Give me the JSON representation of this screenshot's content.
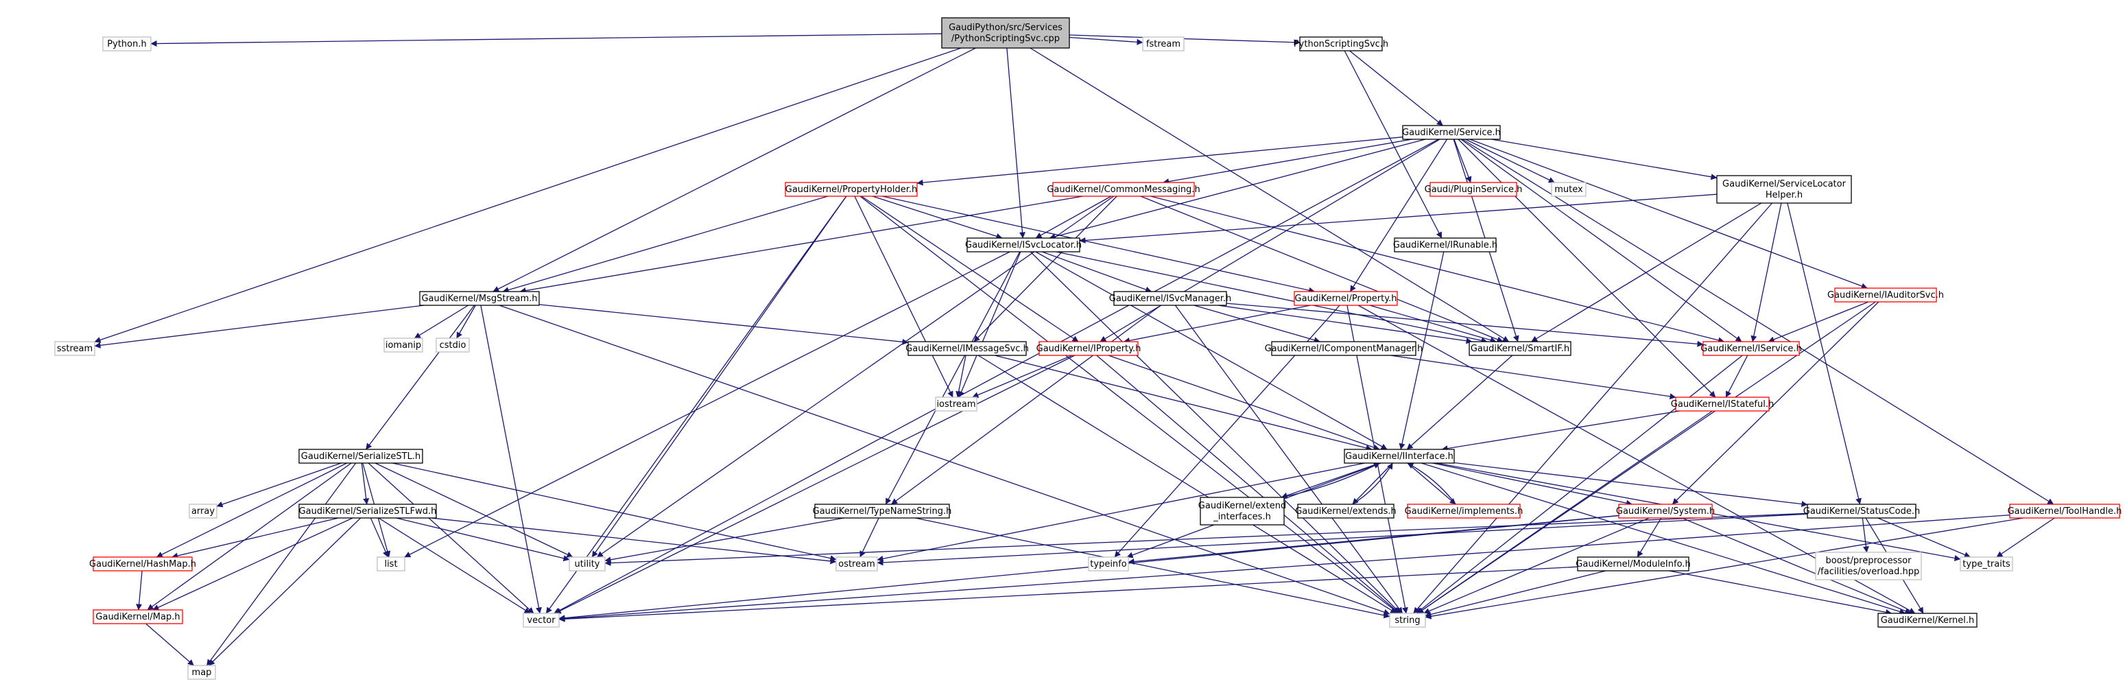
{
  "colors": {
    "edge": "#191970",
    "border_normal": "#000000",
    "border_red": "#ff0000",
    "border_external": "#bfbfbf",
    "fill_root": "#bfbfbf",
    "fill_default": "#ffffff",
    "text": "#000000"
  },
  "nodes": [
    {
      "id": "root",
      "lines": [
        "GaudiPython/src/Services",
        "/PythonScriptingSvc.cpp"
      ],
      "style": "root"
    },
    {
      "id": "python_h",
      "lines": [
        "Python.h"
      ],
      "style": "external"
    },
    {
      "id": "fstream",
      "lines": [
        "fstream"
      ],
      "style": "external"
    },
    {
      "id": "pyscriptsvc_h",
      "lines": [
        "PythonScriptingSvc.h"
      ],
      "style": "normal"
    },
    {
      "id": "service_h",
      "lines": [
        "GaudiKernel/Service.h"
      ],
      "style": "normal"
    },
    {
      "id": "propholder",
      "lines": [
        "GaudiKernel/PropertyHolder.h"
      ],
      "style": "red"
    },
    {
      "id": "commonmsg",
      "lines": [
        "GaudiKernel/CommonMessaging.h"
      ],
      "style": "red"
    },
    {
      "id": "pluginsvc",
      "lines": [
        "Gaudi/PluginService.h"
      ],
      "style": "red"
    },
    {
      "id": "mutex",
      "lines": [
        "mutex"
      ],
      "style": "external"
    },
    {
      "id": "svclochelper",
      "lines": [
        "GaudiKernel/ServiceLocator",
        "Helper.h"
      ],
      "style": "normal"
    },
    {
      "id": "isvclocator",
      "lines": [
        "GaudiKernel/ISvcLocator.h"
      ],
      "style": "normal"
    },
    {
      "id": "irunable",
      "lines": [
        "GaudiKernel/IRunable.h"
      ],
      "style": "normal"
    },
    {
      "id": "iauditorsvc",
      "lines": [
        "GaudiKernel/IAuditorSvc.h"
      ],
      "style": "red"
    },
    {
      "id": "msgstream",
      "lines": [
        "GaudiKernel/MsgStream.h"
      ],
      "style": "normal"
    },
    {
      "id": "isvcmanager",
      "lines": [
        "GaudiKernel/ISvcManager.h"
      ],
      "style": "normal"
    },
    {
      "id": "property_h",
      "lines": [
        "GaudiKernel/Property.h"
      ],
      "style": "red"
    },
    {
      "id": "sstream",
      "lines": [
        "sstream"
      ],
      "style": "external"
    },
    {
      "id": "iomanip",
      "lines": [
        "iomanip"
      ],
      "style": "external"
    },
    {
      "id": "cstdio",
      "lines": [
        "cstdio"
      ],
      "style": "external"
    },
    {
      "id": "imessagesvc",
      "lines": [
        "GaudiKernel/IMessageSvc.h"
      ],
      "style": "normal"
    },
    {
      "id": "iproperty",
      "lines": [
        "GaudiKernel/IProperty.h"
      ],
      "style": "red"
    },
    {
      "id": "icompmgr",
      "lines": [
        "GaudiKernel/IComponentManager.h"
      ],
      "style": "normal"
    },
    {
      "id": "smartif",
      "lines": [
        "GaudiKernel/SmartIF.h"
      ],
      "style": "normal"
    },
    {
      "id": "iservice",
      "lines": [
        "GaudiKernel/IService.h"
      ],
      "style": "red"
    },
    {
      "id": "iostream",
      "lines": [
        "iostream"
      ],
      "style": "external"
    },
    {
      "id": "istateful",
      "lines": [
        "GaudiKernel/IStateful.h"
      ],
      "style": "red"
    },
    {
      "id": "serializestl",
      "lines": [
        "GaudiKernel/SerializeSTL.h"
      ],
      "style": "normal"
    },
    {
      "id": "iinterface",
      "lines": [
        "GaudiKernel/IInterface.h"
      ],
      "style": "normal"
    },
    {
      "id": "array",
      "lines": [
        "array"
      ],
      "style": "external"
    },
    {
      "id": "serializefwd",
      "lines": [
        "GaudiKernel/SerializeSTLFwd.h"
      ],
      "style": "normal"
    },
    {
      "id": "extend_ifaces",
      "lines": [
        "GaudiKernel/extend",
        "_interfaces.h"
      ],
      "style": "normal"
    },
    {
      "id": "extends",
      "lines": [
        "GaudiKernel/extends.h"
      ],
      "style": "normal"
    },
    {
      "id": "implements",
      "lines": [
        "GaudiKernel/implements.h"
      ],
      "style": "red"
    },
    {
      "id": "typenamestr",
      "lines": [
        "GaudiKernel/TypeNameString.h"
      ],
      "style": "normal"
    },
    {
      "id": "system_h",
      "lines": [
        "GaudiKernel/System.h"
      ],
      "style": "red"
    },
    {
      "id": "statuscode",
      "lines": [
        "GaudiKernel/StatusCode.h"
      ],
      "style": "normal"
    },
    {
      "id": "toolhandle",
      "lines": [
        "GaudiKernel/ToolHandle.h"
      ],
      "style": "red"
    },
    {
      "id": "hashmap",
      "lines": [
        "GaudiKernel/HashMap.h"
      ],
      "style": "red"
    },
    {
      "id": "list",
      "lines": [
        "list"
      ],
      "style": "external"
    },
    {
      "id": "utility",
      "lines": [
        "utility"
      ],
      "style": "external"
    },
    {
      "id": "ostream",
      "lines": [
        "ostream"
      ],
      "style": "external"
    },
    {
      "id": "typeinfo",
      "lines": [
        "typeinfo"
      ],
      "style": "external"
    },
    {
      "id": "boost_overload",
      "lines": [
        "boost/preprocessor",
        "/facilities/overload.hpp"
      ],
      "style": "external"
    },
    {
      "id": "type_traits",
      "lines": [
        "type_traits"
      ],
      "style": "external"
    },
    {
      "id": "moduleinfo",
      "lines": [
        "GaudiKernel/ModuleInfo.h"
      ],
      "style": "normal"
    },
    {
      "id": "map_h",
      "lines": [
        "GaudiKernel/Map.h"
      ],
      "style": "red"
    },
    {
      "id": "vector",
      "lines": [
        "vector"
      ],
      "style": "external"
    },
    {
      "id": "string",
      "lines": [
        "string"
      ],
      "style": "external"
    },
    {
      "id": "kernel_h",
      "lines": [
        "GaudiKernel/Kernel.h"
      ],
      "style": "normal"
    },
    {
      "id": "map",
      "lines": [
        "map"
      ],
      "style": "external"
    }
  ],
  "edges": [
    [
      "root",
      "python_h"
    ],
    [
      "root",
      "pyscriptsvc_h"
    ],
    [
      "root",
      "fstream"
    ],
    [
      "root",
      "isvclocator"
    ],
    [
      "root",
      "msgstream"
    ],
    [
      "root",
      "smartif"
    ],
    [
      "root",
      "sstream"
    ],
    [
      "pyscriptsvc_h",
      "service_h"
    ],
    [
      "pyscriptsvc_h",
      "irunable"
    ],
    [
      "service_h",
      "propholder"
    ],
    [
      "service_h",
      "commonmsg"
    ],
    [
      "service_h",
      "pluginsvc"
    ],
    [
      "service_h",
      "mutex"
    ],
    [
      "service_h",
      "svclochelper"
    ],
    [
      "service_h",
      "iauditorsvc"
    ],
    [
      "service_h",
      "toolhandle"
    ],
    [
      "service_h",
      "isvclocator"
    ],
    [
      "service_h",
      "smartif"
    ],
    [
      "service_h",
      "iservice"
    ],
    [
      "service_h",
      "property_h"
    ],
    [
      "service_h",
      "iproperty"
    ],
    [
      "service_h",
      "istateful"
    ],
    [
      "service_h",
      "vector"
    ],
    [
      "propholder",
      "msgstream"
    ],
    [
      "propholder",
      "isvclocator"
    ],
    [
      "propholder",
      "iproperty"
    ],
    [
      "propholder",
      "property_h"
    ],
    [
      "propholder",
      "vector"
    ],
    [
      "propholder",
      "utility"
    ],
    [
      "propholder",
      "string"
    ],
    [
      "propholder",
      "iostream"
    ],
    [
      "commonmsg",
      "isvclocator"
    ],
    [
      "commonmsg",
      "msgstream"
    ],
    [
      "commonmsg",
      "imessagesvc"
    ],
    [
      "commonmsg",
      "smartif"
    ],
    [
      "commonmsg",
      "iservice"
    ],
    [
      "commonmsg",
      "utility"
    ],
    [
      "svclochelper",
      "isvclocator"
    ],
    [
      "svclochelper",
      "smartif"
    ],
    [
      "svclochelper",
      "iservice"
    ],
    [
      "svclochelper",
      "statuscode"
    ],
    [
      "svclochelper",
      "string"
    ],
    [
      "isvclocator",
      "isvcmanager"
    ],
    [
      "isvclocator",
      "smartif"
    ],
    [
      "isvclocator",
      "typenamestr"
    ],
    [
      "isvclocator",
      "iinterface"
    ],
    [
      "isvclocator",
      "list"
    ],
    [
      "isvclocator",
      "string"
    ],
    [
      "isvclocator",
      "iostream"
    ],
    [
      "irunable",
      "iinterface"
    ],
    [
      "iauditorsvc",
      "iservice"
    ],
    [
      "iauditorsvc",
      "system_h"
    ],
    [
      "iauditorsvc",
      "string"
    ],
    [
      "msgstream",
      "imessagesvc"
    ],
    [
      "msgstream",
      "serializestl"
    ],
    [
      "msgstream",
      "sstream"
    ],
    [
      "msgstream",
      "iomanip"
    ],
    [
      "msgstream",
      "cstdio"
    ],
    [
      "msgstream",
      "string"
    ],
    [
      "msgstream",
      "vector"
    ],
    [
      "isvcmanager",
      "icompmgr"
    ],
    [
      "isvcmanager",
      "smartif"
    ],
    [
      "isvcmanager",
      "iservice"
    ],
    [
      "isvcmanager",
      "typenamestr"
    ],
    [
      "isvcmanager",
      "string"
    ],
    [
      "property_h",
      "iproperty"
    ],
    [
      "property_h",
      "smartif"
    ],
    [
      "property_h",
      "typeinfo"
    ],
    [
      "property_h",
      "string"
    ],
    [
      "property_h",
      "kernel_h"
    ],
    [
      "imessagesvc",
      "iinterface"
    ],
    [
      "imessagesvc",
      "iostream"
    ],
    [
      "imessagesvc",
      "string"
    ],
    [
      "iproperty",
      "iinterface"
    ],
    [
      "iproperty",
      "iostream"
    ],
    [
      "iproperty",
      "string"
    ],
    [
      "iproperty",
      "vector"
    ],
    [
      "icompmgr",
      "istateful"
    ],
    [
      "smartif",
      "iinterface"
    ],
    [
      "iservice",
      "istateful"
    ],
    [
      "iservice",
      "string"
    ],
    [
      "istateful",
      "iinterface"
    ],
    [
      "istateful",
      "string"
    ],
    [
      "serializestl",
      "array"
    ],
    [
      "serializestl",
      "serializefwd"
    ],
    [
      "serializestl",
      "hashmap"
    ],
    [
      "serializestl",
      "map_h"
    ],
    [
      "serializestl",
      "list"
    ],
    [
      "serializestl",
      "utility"
    ],
    [
      "serializestl",
      "vector"
    ],
    [
      "serializestl",
      "ostream"
    ],
    [
      "serializestl",
      "map"
    ],
    [
      "serializefwd",
      "hashmap"
    ],
    [
      "serializefwd",
      "map_h"
    ],
    [
      "serializefwd",
      "list"
    ],
    [
      "serializefwd",
      "utility"
    ],
    [
      "serializefwd",
      "vector"
    ],
    [
      "serializefwd",
      "ostream"
    ],
    [
      "serializefwd",
      "map"
    ],
    [
      "iinterface",
      "extend_ifaces"
    ],
    [
      "iinterface",
      "extends"
    ],
    [
      "iinterface",
      "implements"
    ],
    [
      "iinterface",
      "system_h"
    ],
    [
      "iinterface",
      "statuscode"
    ],
    [
      "iinterface",
      "ostream"
    ],
    [
      "iinterface",
      "typeinfo"
    ],
    [
      "iinterface",
      "type_traits"
    ],
    [
      "iinterface",
      "kernel_h"
    ],
    [
      "extend_ifaces",
      "iinterface"
    ],
    [
      "extends",
      "iinterface"
    ],
    [
      "implements",
      "iinterface"
    ],
    [
      "typenamestr",
      "utility"
    ],
    [
      "typenamestr",
      "ostream"
    ],
    [
      "typenamestr",
      "string"
    ],
    [
      "system_h",
      "moduleinfo"
    ],
    [
      "system_h",
      "kernel_h"
    ],
    [
      "system_h",
      "string"
    ],
    [
      "system_h",
      "vector"
    ],
    [
      "system_h",
      "typeinfo"
    ],
    [
      "statuscode",
      "boost_overload"
    ],
    [
      "statuscode",
      "kernel_h"
    ],
    [
      "statuscode",
      "type_traits"
    ],
    [
      "statuscode",
      "ostream"
    ],
    [
      "statuscode",
      "utility"
    ],
    [
      "toolhandle",
      "type_traits"
    ],
    [
      "toolhandle",
      "string"
    ],
    [
      "toolhandle",
      "vector"
    ],
    [
      "hashmap",
      "map_h"
    ],
    [
      "map_h",
      "map"
    ],
    [
      "moduleinfo",
      "string"
    ],
    [
      "moduleinfo",
      "vector"
    ],
    [
      "moduleinfo",
      "kernel_h"
    ]
  ]
}
